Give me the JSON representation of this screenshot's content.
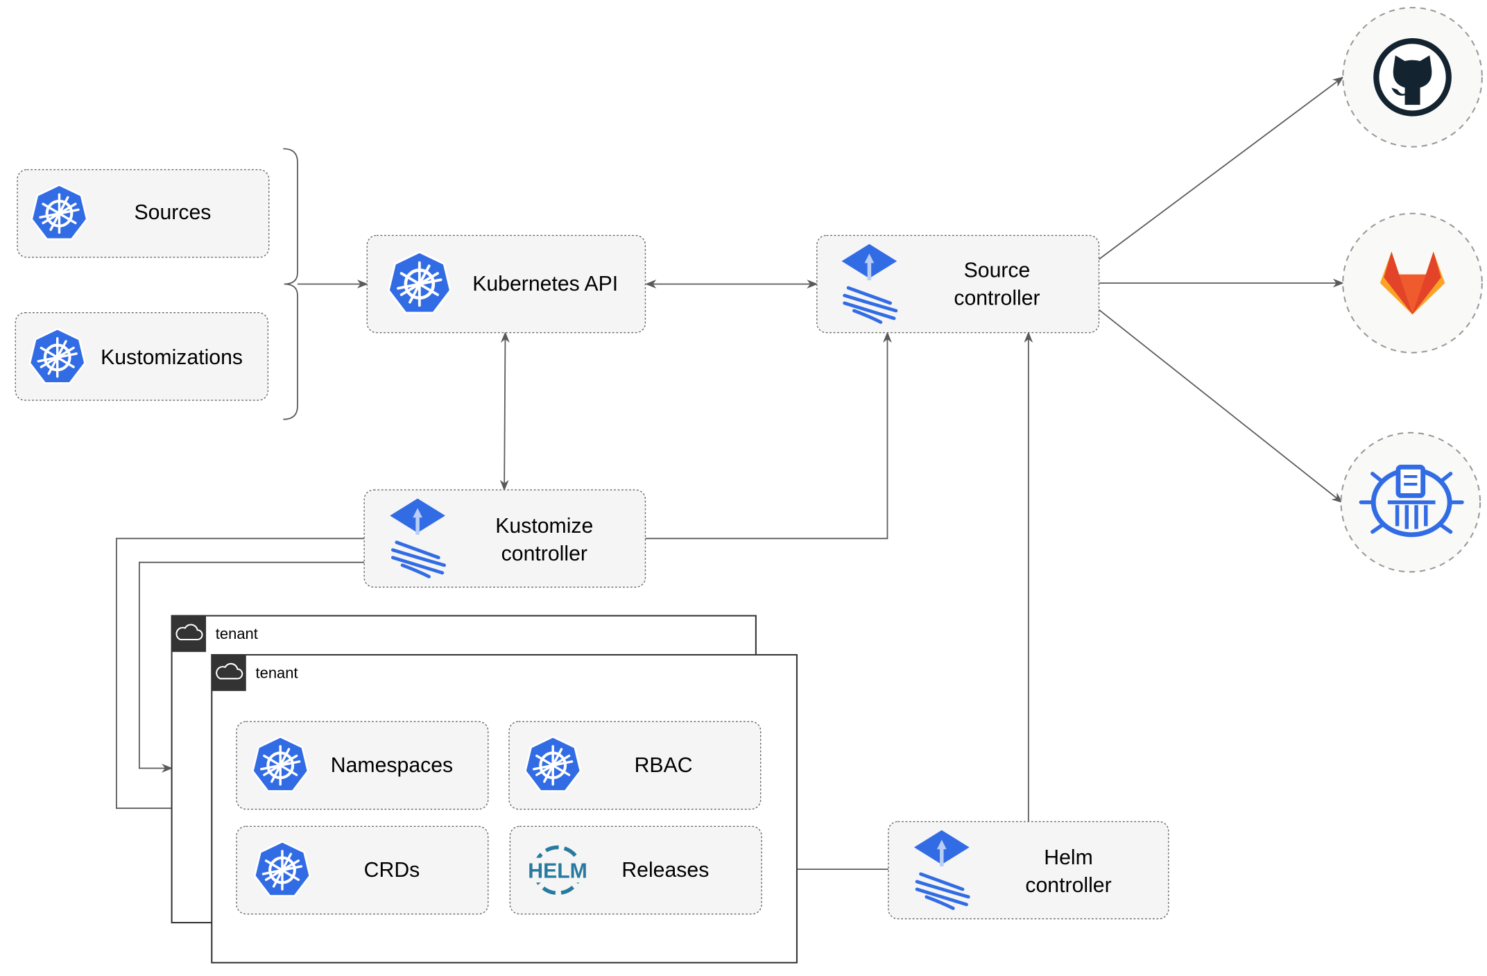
{
  "colors": {
    "k8s_blue": "#326CE5",
    "line": "#5a5a5a",
    "box_fill": "#f5f5f5",
    "tenant_header": "#333333",
    "github": "#13232f",
    "gitlab_red": "#E24329",
    "gitlab_orange": "#FCA326",
    "helm": "#277A9F"
  },
  "nodes": {
    "sources": {
      "label": "Sources",
      "icon": "kubernetes-icon"
    },
    "kustomizations": {
      "label": "Kustomizations",
      "icon": "kubernetes-icon"
    },
    "kubernetes_api": {
      "label": "Kubernetes API",
      "icon": "kubernetes-icon"
    },
    "source_controller": {
      "lines": [
        "Source",
        "controller"
      ],
      "icon": "flux-icon"
    },
    "kustomize_controller": {
      "lines": [
        "Kustomize",
        "controller"
      ],
      "icon": "flux-icon"
    },
    "helm_controller": {
      "lines": [
        "Helm",
        "controller"
      ],
      "icon": "flux-icon"
    },
    "namespaces": {
      "label": "Namespaces",
      "icon": "kubernetes-icon"
    },
    "rbac": {
      "label": "RBAC",
      "icon": "kubernetes-icon"
    },
    "crds": {
      "label": "CRDs",
      "icon": "kubernetes-icon"
    },
    "releases": {
      "label": "Releases",
      "icon": "helm-icon",
      "icon_text": "HELM"
    }
  },
  "tenants": [
    {
      "label": "tenant",
      "icon": "cloud-icon"
    },
    {
      "label": "tenant",
      "icon": "cloud-icon"
    }
  ],
  "external": [
    {
      "icon": "github-icon"
    },
    {
      "icon": "gitlab-icon"
    },
    {
      "icon": "bucket-icon"
    }
  ]
}
